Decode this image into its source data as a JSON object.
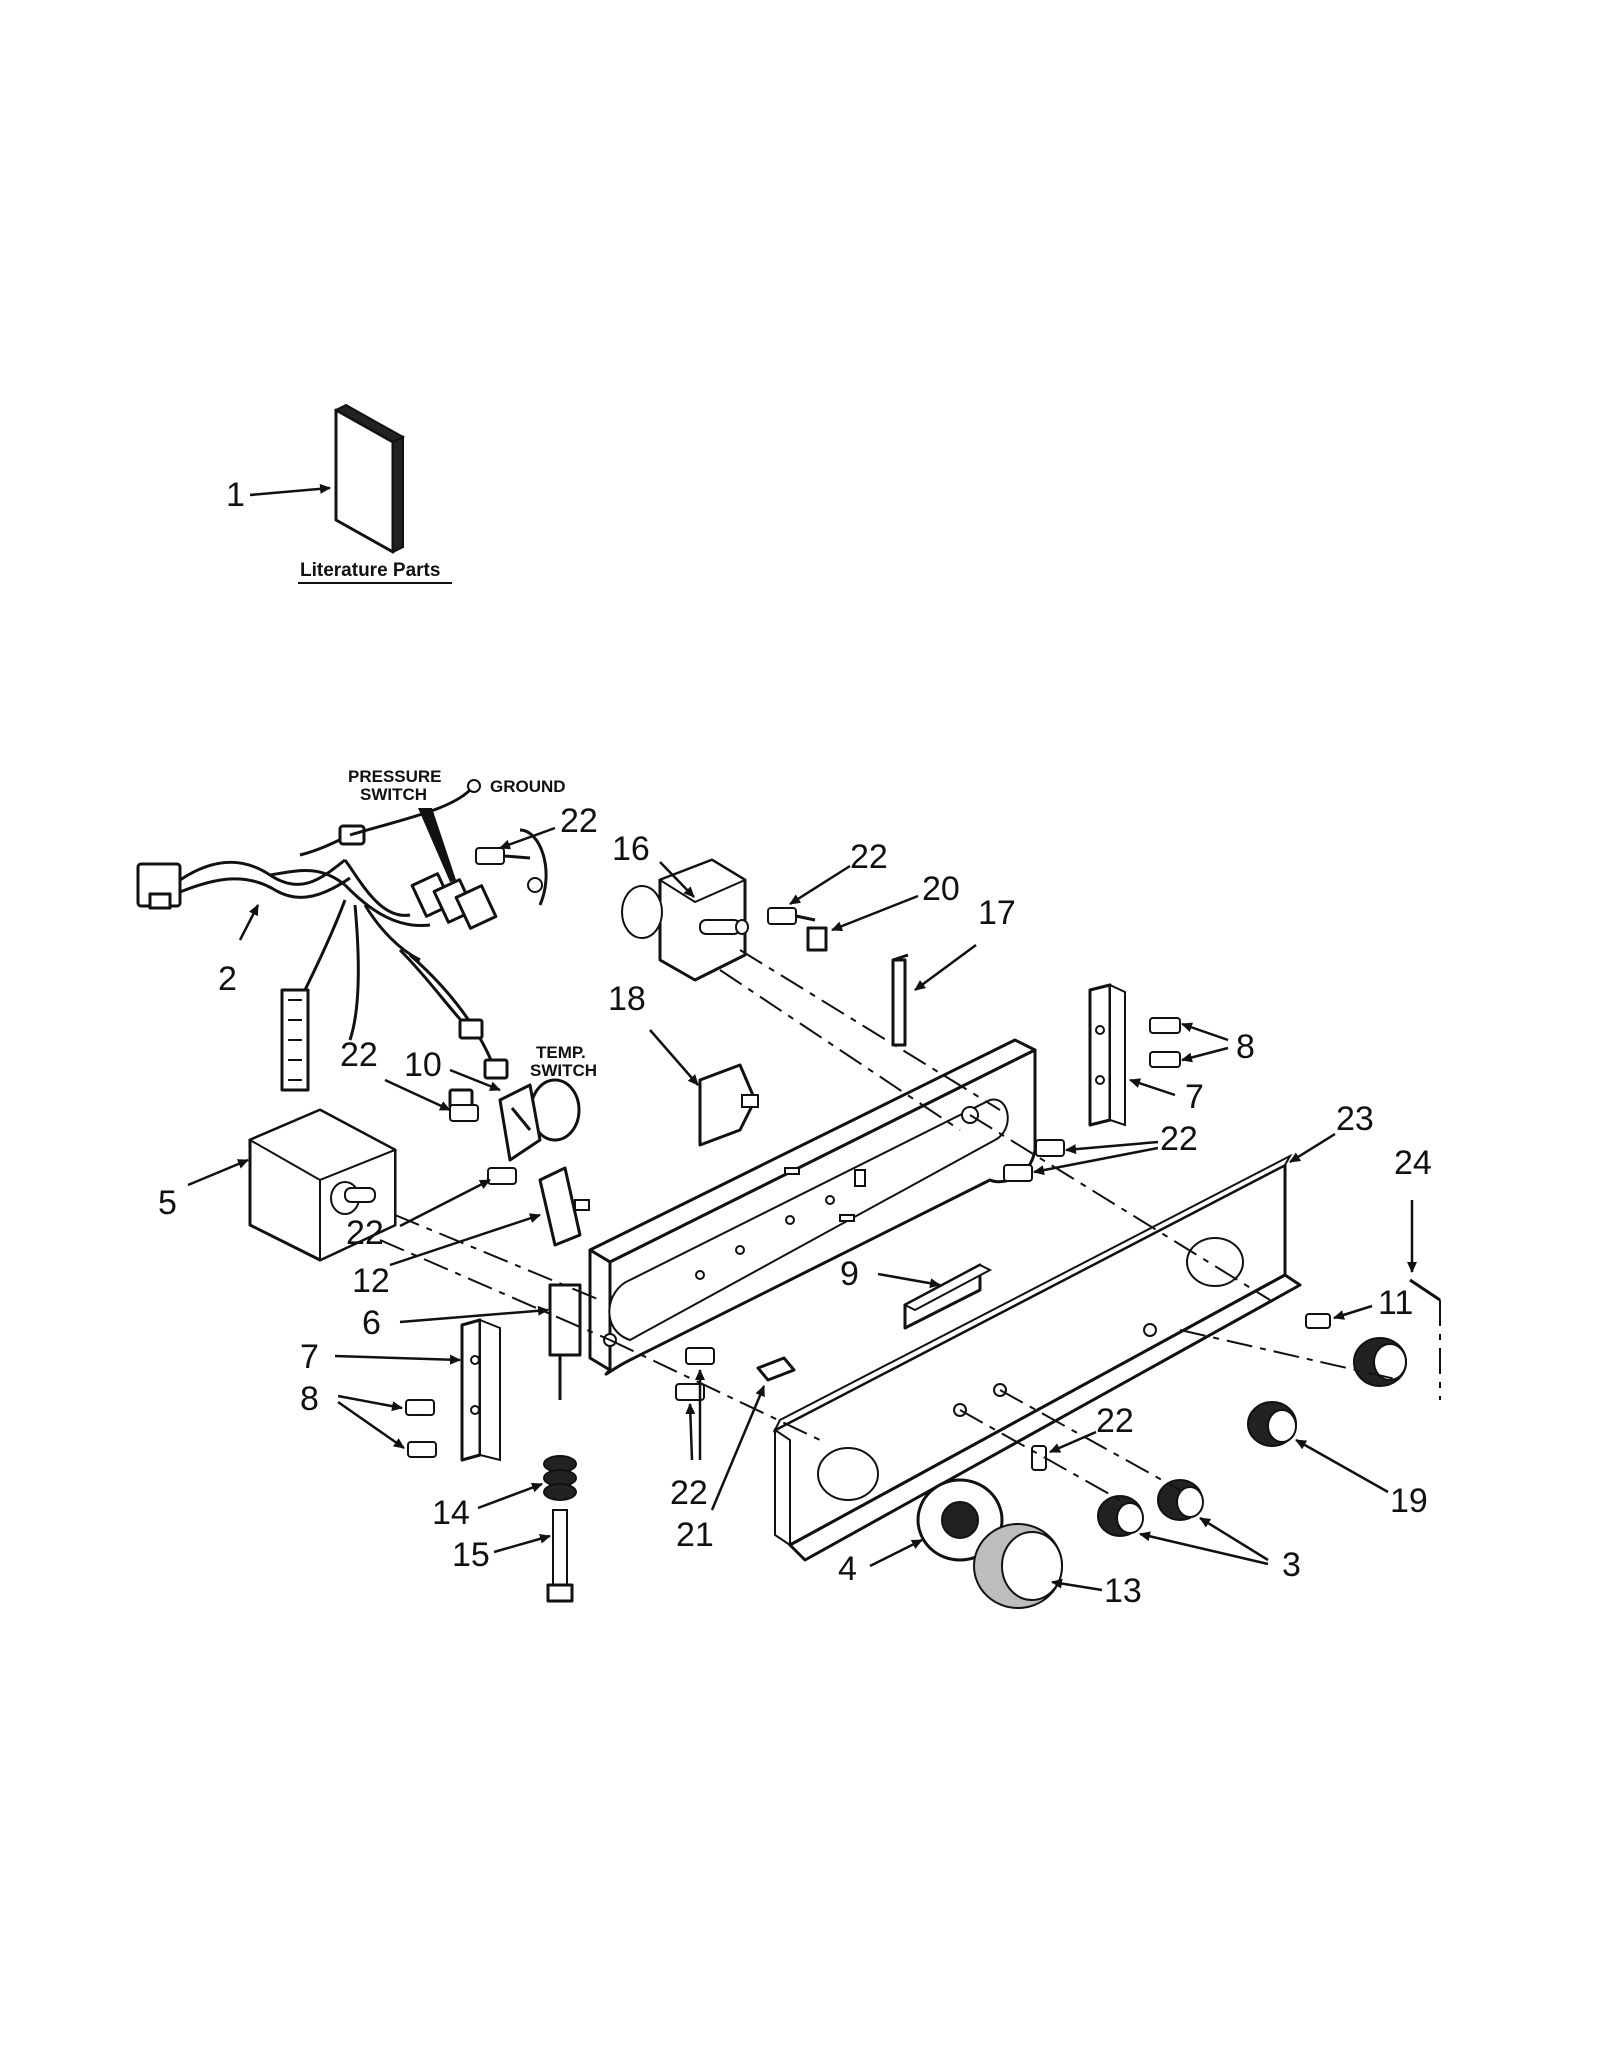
{
  "literature": {
    "title": "Literature Parts"
  },
  "notes": {
    "pressure_switch_line1": "PRESSURE",
    "pressure_switch_line2": "SWITCH",
    "ground": "GROUND",
    "temp_switch_line1": "TEMP.",
    "temp_switch_line2": "SWITCH"
  },
  "callouts": {
    "c1": "1",
    "c2": "2",
    "c3": "3",
    "c4": "4",
    "c5": "5",
    "c6": "6",
    "c7a": "7",
    "c7b": "7",
    "c8a": "8",
    "c8b": "8",
    "c9": "9",
    "c10": "10",
    "c11": "11",
    "c12": "12",
    "c13": "13",
    "c14": "14",
    "c15": "15",
    "c16": "16",
    "c17": "17",
    "c18": "18",
    "c19": "19",
    "c20": "20",
    "c21": "21",
    "c22a": "22",
    "c22b": "22",
    "c22c": "22",
    "c22d": "22",
    "c22e": "22",
    "c22f": "22",
    "c22g": "22",
    "c23": "23",
    "c24": "24"
  }
}
